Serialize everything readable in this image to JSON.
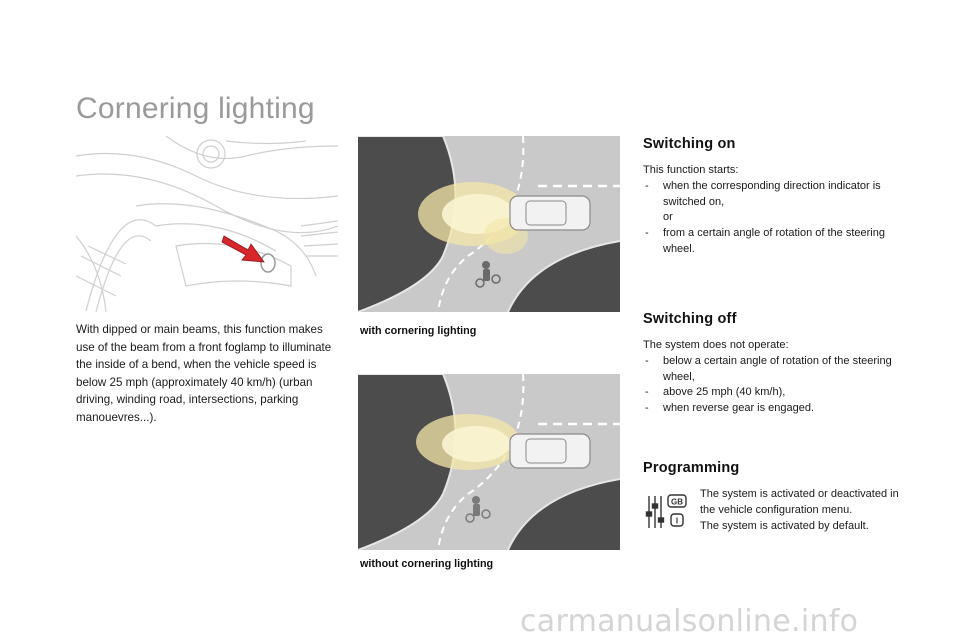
{
  "page": {
    "title": "Cornering lighting",
    "body_text": "With dipped or main beams, this function makes use of the beam from a front foglamp to illuminate the inside of a bend, when the vehicle speed is below 25 mph (approximately 40 km/h) (urban driving, winding road, intersections, parking manouevres...).",
    "caption_with": "with cornering lighting",
    "caption_without": "without cornering lighting",
    "watermark": "carmanualsonline.info"
  },
  "switching_on": {
    "heading": "Switching on",
    "intro": "This function starts:",
    "item1": "when the corresponding direction indicator is switched on,",
    "or": "or",
    "item2": "from a certain angle of rotation of the steering wheel."
  },
  "switching_off": {
    "heading": "Switching off",
    "intro": "The system does not operate:",
    "items": [
      "below a certain angle of rotation of the steering wheel,",
      "above 25 mph (40 km/h),",
      "when reverse gear is engaged."
    ]
  },
  "programming": {
    "heading": "Programming",
    "line1": "The system is activated or deactivated in the vehicle configuration menu.",
    "line2": "The system is activated by default.",
    "icon_badge_top": "GB",
    "icon_badge_bottom": "I"
  },
  "bullet_dash": "-",
  "colors": {
    "title_gray": "#9a9a9a",
    "road_gray": "#c8c8c8",
    "dark_area": "#4a4a4a",
    "light_beam": "#f3e6a8",
    "arrow_red": "#d8262b"
  }
}
